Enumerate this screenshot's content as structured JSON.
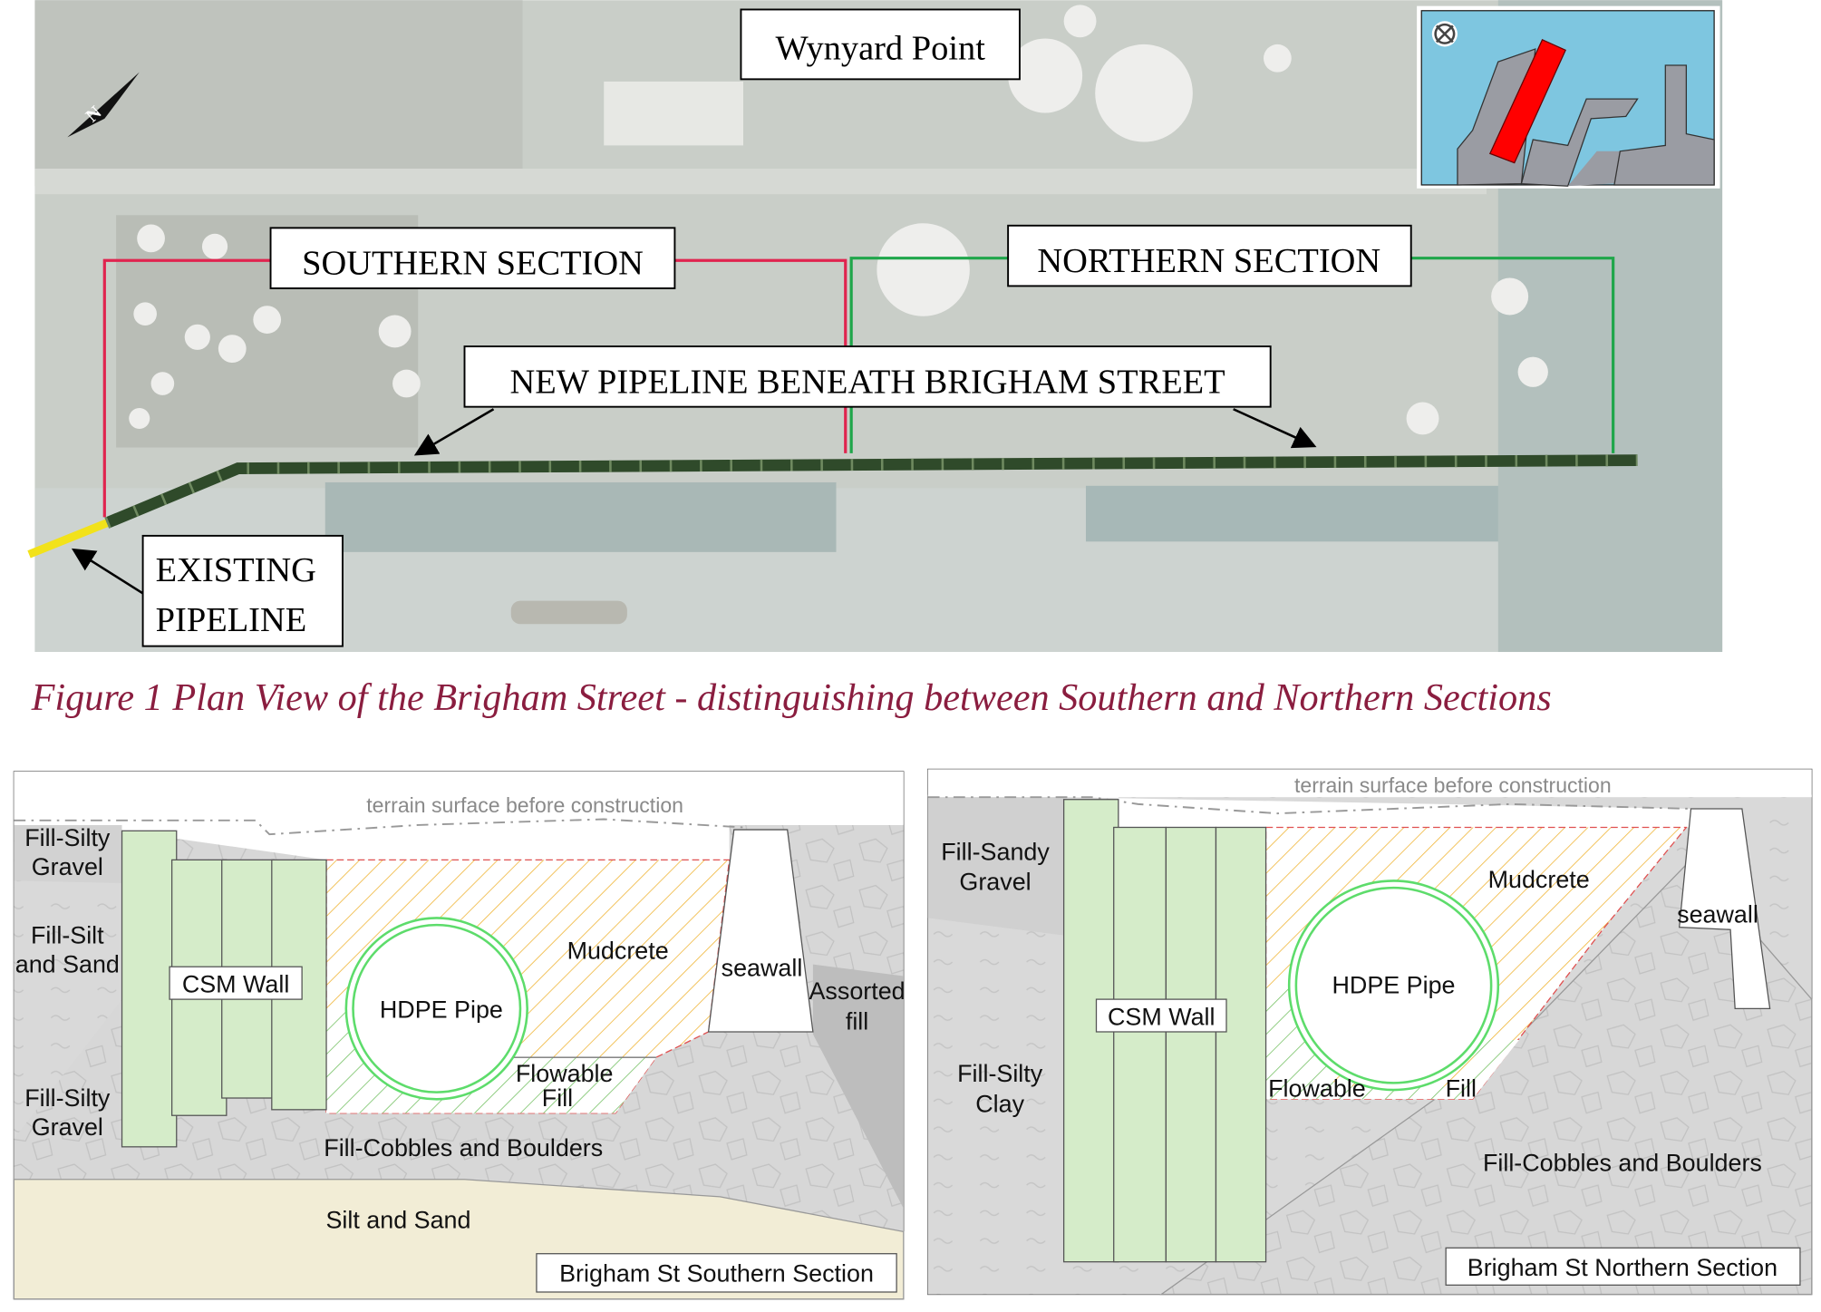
{
  "plan_view": {
    "place_label": "Wynyard Point",
    "southern_label": "SOUTHERN SECTION",
    "northern_label": "NORTHERN SECTION",
    "new_pipeline_label": "NEW PIPELINE BENEATH BRIGHAM STREET",
    "existing_pipeline_label_line1": "EXISTING",
    "existing_pipeline_label_line2": "PIPELINE",
    "colors": {
      "southern": "#e0244f",
      "northern": "#1fa64a",
      "pipeline": "#2f4a2a",
      "existing": "#f2e21a",
      "inset_water": "#7ec6e0",
      "inset_highlight": "#ff0000"
    }
  },
  "caption": "Figure 1 Plan View of the Brigham Street - distinguishing between Southern and Northern Sections",
  "southern_section": {
    "title": "Brigham St Southern Section",
    "terrain": "terrain surface before construction",
    "fill_silty_gravel_top_1": "Fill-Silty",
    "fill_silty_gravel_top_2": "Gravel",
    "fill_silt_sand_1": "Fill-Silt",
    "fill_silt_sand_2": "and Sand",
    "fill_silty_gravel_bot_1": "Fill-Silty",
    "fill_silty_gravel_bot_2": "Gravel",
    "csm_wall": "CSM Wall",
    "pipe": "HDPE Pipe",
    "mudcrete": "Mudcrete",
    "seawall": "seawall",
    "assorted_1": "Assorted",
    "assorted_2": "fill",
    "flowable_1": "Flowable",
    "flowable_2": "Fill",
    "cobbles": "Fill-Cobbles and Boulders",
    "silt_sand": "Silt and Sand"
  },
  "northern_section": {
    "title": "Brigham St Northern Section",
    "terrain": "terrain surface before construction",
    "fill_sandy_gravel_1": "Fill-Sandy",
    "fill_sandy_gravel_2": "Gravel",
    "fill_silty_clay_1": "Fill-Silty",
    "fill_silty_clay_2": "Clay",
    "csm_wall": "CSM Wall",
    "pipe": "HDPE Pipe",
    "mudcrete": "Mudcrete",
    "seawall": "seawall",
    "flowable_1": "Flowable",
    "flowable_2": "Fill",
    "cobbles": "Fill-Cobbles and Boulders"
  }
}
